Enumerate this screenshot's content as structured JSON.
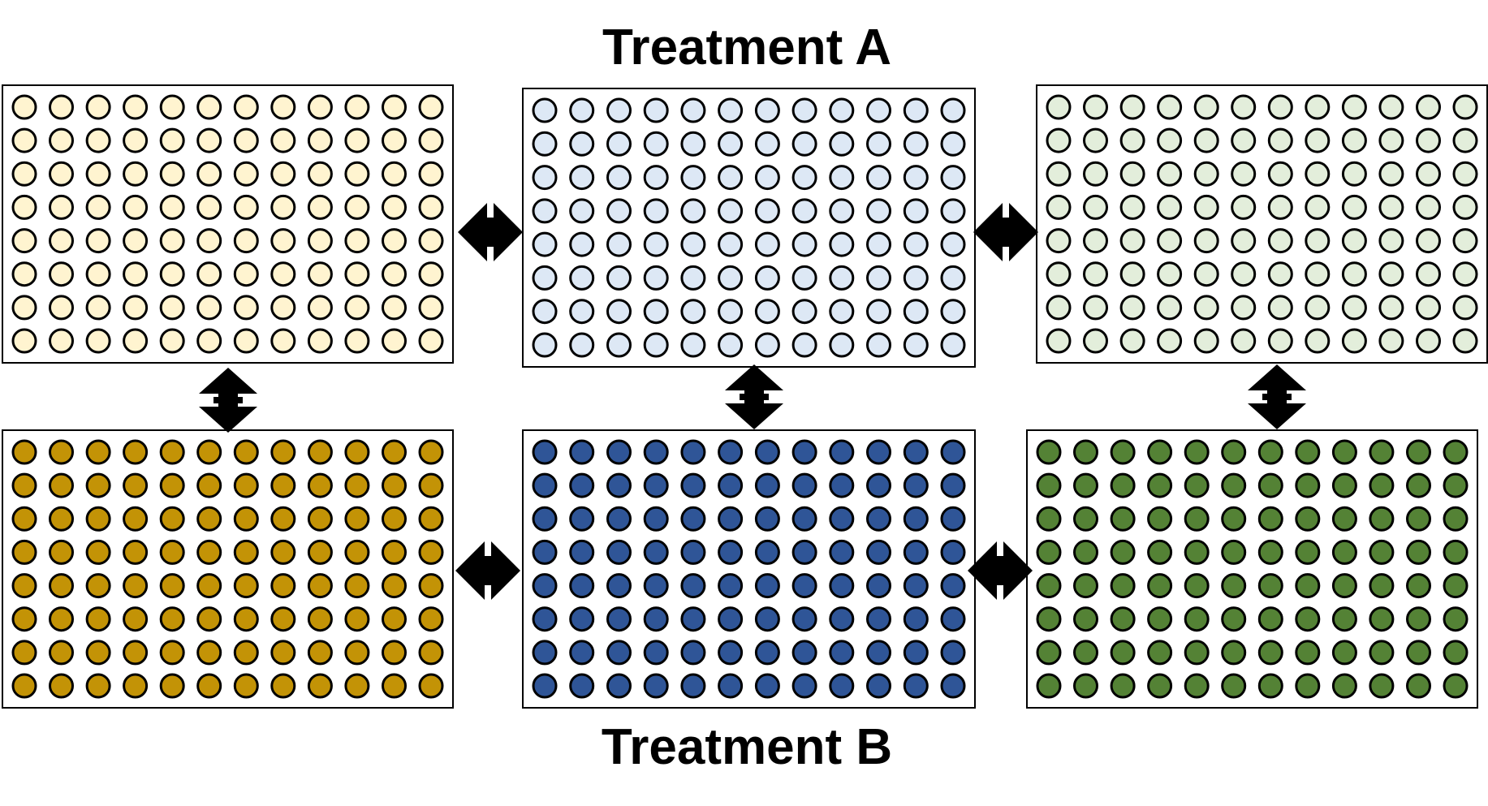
{
  "titles": {
    "treatment_a": "Treatment A",
    "treatment_b": "Treatment B"
  },
  "plate_format": {
    "rows": 8,
    "columns": 12
  },
  "colors": {
    "light_yellow": "#FFF4D0",
    "light_blue": "#DDE8F5",
    "light_green": "#E3EEDB",
    "gold": "#C39306",
    "blue": "#2F5597",
    "green": "#548235",
    "well_outline": "#000000",
    "arrow": "#000000"
  },
  "plates": [
    {
      "name": "plate-a-left",
      "group": "treatment_a",
      "fill": "light_yellow"
    },
    {
      "name": "plate-a-center",
      "group": "treatment_a",
      "fill": "light_blue"
    },
    {
      "name": "plate-a-right",
      "group": "treatment_a",
      "fill": "light_green"
    },
    {
      "name": "plate-b-left",
      "group": "treatment_b",
      "fill": "gold"
    },
    {
      "name": "plate-b-center",
      "group": "treatment_b",
      "fill": "blue"
    },
    {
      "name": "plate-b-right",
      "group": "treatment_b",
      "fill": "green"
    }
  ],
  "arrows": [
    {
      "name": "arrow-a-left-center",
      "direction": "horizontal"
    },
    {
      "name": "arrow-a-center-right",
      "direction": "horizontal"
    },
    {
      "name": "arrow-b-left-center",
      "direction": "horizontal"
    },
    {
      "name": "arrow-b-center-right",
      "direction": "horizontal"
    },
    {
      "name": "arrow-left-a-b",
      "direction": "vertical"
    },
    {
      "name": "arrow-center-a-b",
      "direction": "vertical"
    },
    {
      "name": "arrow-right-a-b",
      "direction": "vertical"
    }
  ]
}
